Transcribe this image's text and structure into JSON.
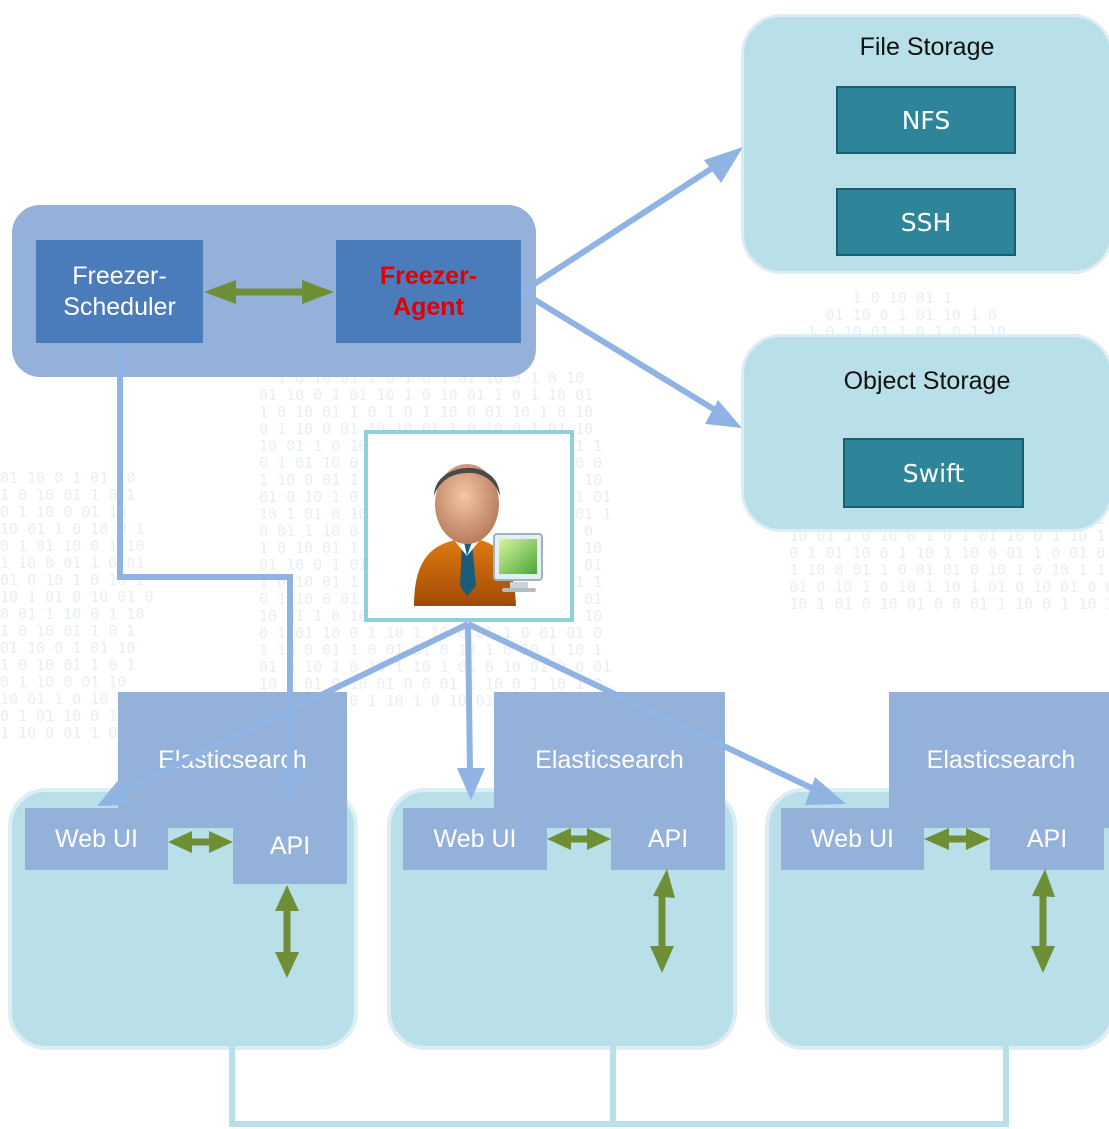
{
  "colors": {
    "cluster_bg": "#93b1d9",
    "dark_box": "#4a7cbb",
    "agent_text": "#e00000",
    "storage_bg": "#b9dfe9",
    "teal_box": "#2e8499",
    "blue_arrow": "#8fb3e3",
    "green_arrow": "#6e8f36",
    "link_line": "#b9dfe9"
  },
  "freezer": {
    "scheduler_line1": "Freezer-",
    "scheduler_line2": "Scheduler",
    "agent_line1": "Freezer-",
    "agent_line2": "Agent"
  },
  "file_storage": {
    "title": "File Storage",
    "items": [
      "NFS",
      "SSH"
    ]
  },
  "object_storage": {
    "title": "Object Storage",
    "items": [
      "Swift"
    ]
  },
  "user": {
    "icon": "user-at-computer-icon"
  },
  "sites": [
    {
      "web_ui": "Web UI",
      "api": "API",
      "es": "Elasticsearch"
    },
    {
      "web_ui": "Web UI",
      "api": "API",
      "es": "Elasticsearch"
    },
    {
      "web_ui": "Web UI",
      "api": "API",
      "es": "Elasticsearch"
    }
  ]
}
